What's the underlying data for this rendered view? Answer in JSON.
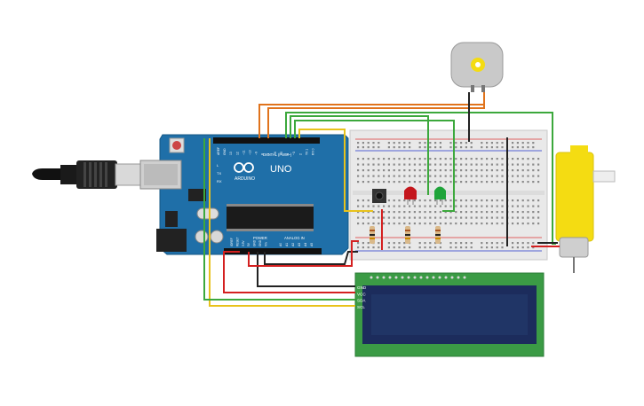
{
  "arduino": {
    "brand": "UNO",
    "logo_text": "ARDUINO",
    "digital_label": "DIGITAL (PWM~)",
    "power_label": "POWER",
    "analog_label": "ANALOG IN",
    "digital_pins": [
      "AREF",
      "GND",
      "13",
      "12",
      "~11",
      "~10",
      "~9",
      "8",
      "7",
      "~6",
      "~5",
      "4",
      "~3",
      "2",
      "TX 1",
      "RX 0"
    ],
    "analog_pins": [
      "A0",
      "A1",
      "A2",
      "A3",
      "A4",
      "A5"
    ],
    "power_pins": [
      "IOREF",
      "RESET",
      "3.3V",
      "5V",
      "GND",
      "GND",
      "Vin"
    ],
    "indicators": [
      "L",
      "TX",
      "RX"
    ]
  },
  "lcd": {
    "pins": [
      "GND",
      "VCC",
      "SDA",
      "SCL"
    ]
  },
  "colors": {
    "board": "#1f6fa8",
    "breadboard": "#e9e9e9",
    "lcd_pcb": "#3b9b45",
    "lcd_screen": "#1c2c5c",
    "motor": "#f4dc12",
    "wire_orange": "#e0731c",
    "wire_green": "#3ca83c",
    "wire_yellow": "#e8c21c",
    "wire_red": "#d42020",
    "wire_black": "#222222",
    "led_red": "#c4161c",
    "led_green": "#1fa43a"
  }
}
